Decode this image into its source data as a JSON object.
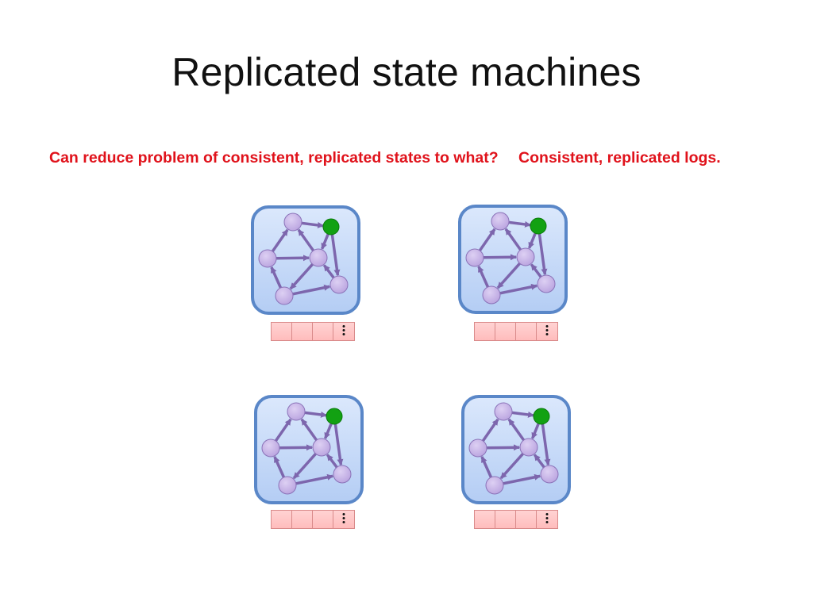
{
  "slide": {
    "title": "Replicated state machines",
    "question": "Can reduce problem of consistent, replicated states to what?",
    "answer": "Consistent, replicated logs."
  },
  "colors": {
    "text_red": "#e0121b",
    "box_fill": "#c5d9f8",
    "box_border": "#5a87c8",
    "node_fill": "#b9a3df",
    "node_stroke": "#8b73b8",
    "edge": "#7d66ad",
    "active_node": "#12a112",
    "log_fill": "#ffc7c7"
  },
  "icons": {
    "state_machine": "state-graph-icon",
    "log_more": "vertical-ellipsis-icon"
  },
  "machines": [
    {
      "label": "machine-1",
      "log_cells": 4
    },
    {
      "label": "machine-2",
      "log_cells": 4
    },
    {
      "label": "machine-3",
      "log_cells": 4
    },
    {
      "label": "machine-4",
      "log_cells": 4
    }
  ]
}
